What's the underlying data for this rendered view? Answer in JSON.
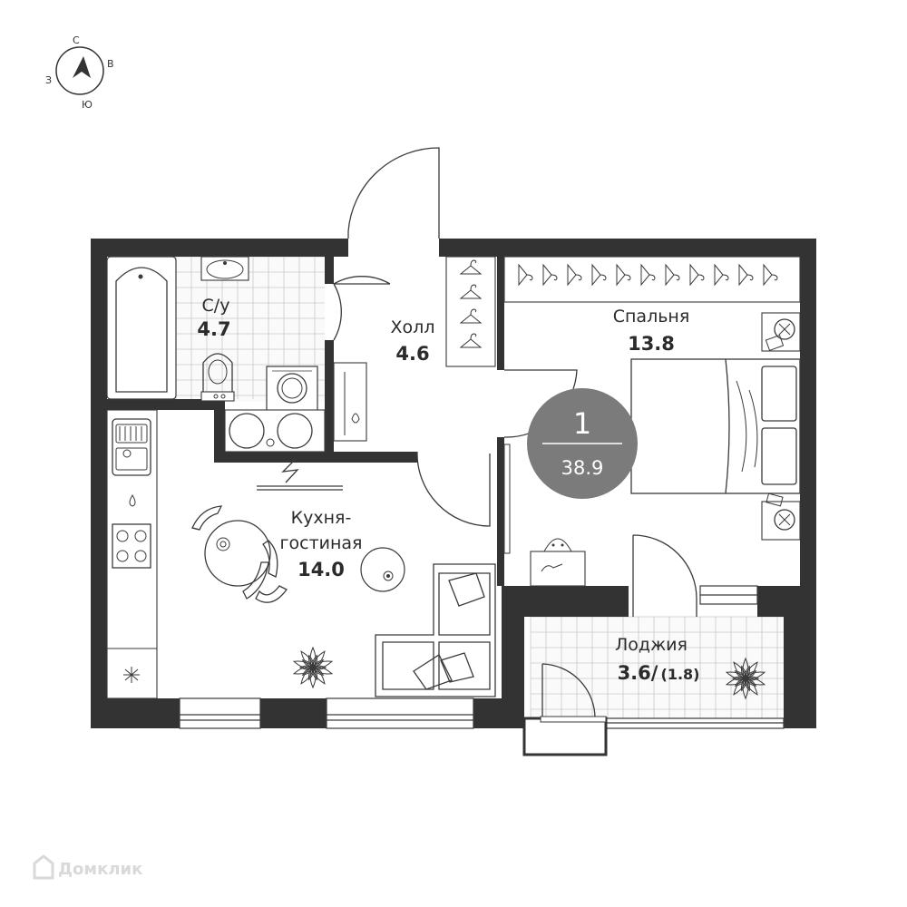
{
  "compass": {
    "north": "С",
    "east": "В",
    "south": "Ю",
    "west": "З"
  },
  "rooms": {
    "bathroom": {
      "name": "С/у",
      "area": "4.7"
    },
    "hall": {
      "name": "Холл",
      "area": "4.6"
    },
    "bedroom": {
      "name": "Спальня",
      "area": "13.8"
    },
    "living": {
      "name_line1": "Кухня-",
      "name_line2": "гостиная",
      "area": "14.0"
    },
    "loggia": {
      "name": "Лоджия",
      "area": "3.6/",
      "area_reduced": "(1.8)"
    }
  },
  "badge": {
    "rooms_count": "1",
    "total_area": "38.9",
    "color": "#7b7b7b"
  },
  "watermark": "Домклик",
  "colors": {
    "wall": "#333333",
    "line": "#3a3a3a",
    "tile": "#c9c9c9"
  }
}
